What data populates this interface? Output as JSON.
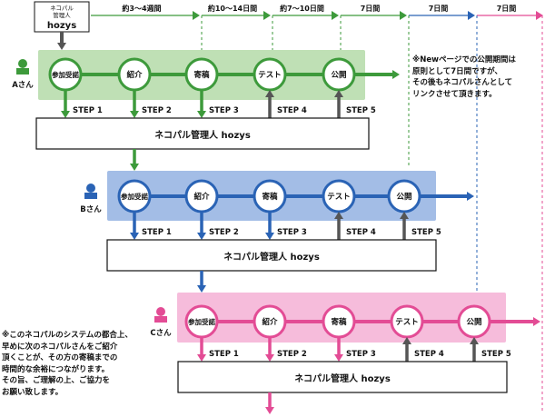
{
  "topbox": {
    "line1": "ネコパル",
    "line2": "管理人",
    "line3": "hozys"
  },
  "periods": [
    "約3〜4週間",
    "約10〜14日間",
    "約7〜10日間",
    "7日間",
    "7日間",
    "7日間"
  ],
  "steps": [
    "STEP 1",
    "STEP 2",
    "STEP 3",
    "STEP 4",
    "STEP 5"
  ],
  "stages": [
    "参加受諾",
    "紹介",
    "寄稿",
    "テスト",
    "公開"
  ],
  "admin_label": "ネコパル管理人 hozys",
  "persons": [
    {
      "label": "Aさん",
      "color": "#3d9a3b",
      "bg": "#bfe0b5",
      "line": "#3d9a3b"
    },
    {
      "label": "Bさん",
      "color": "#2a63b5",
      "bg": "#a3bde6",
      "line": "#2a63b5"
    },
    {
      "label": "Cさん",
      "color": "#e34c95",
      "bg": "#f6bcdb",
      "line": "#e34c95"
    }
  ],
  "note_right": "※Newページでの公開期間は\n原則として7日間ですが、\nその後もネコパルさんとして\nリンクさせて頂きます。",
  "note_left": "※このネコパルのシステムの都合上、\n早めに次のネコパルさんをご紹介\n頂くことが、その方の寄稿までの\n時間的な余裕につながります。\nその旨、ご理解の上、ご協力を\nお願い致します。"
}
